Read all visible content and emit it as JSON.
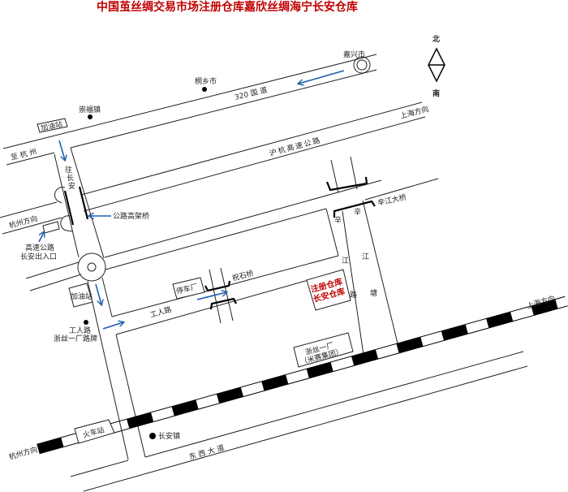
{
  "title": "中国茧丝绸交易市场注册仓库嘉欣丝绸海宁长安仓库",
  "compass": {
    "north": "北",
    "south": "南"
  },
  "colors": {
    "title": "#c00000",
    "arrow": "#1f5fb0",
    "road": "#222222",
    "railway": "#000000"
  },
  "places": {
    "jiaxing": "嘉兴市",
    "tongxiang": "桐乡市",
    "chongfu": "崇福镇",
    "changan": "长安镇"
  },
  "roads": {
    "national_320": "320 国 道",
    "hu_hang_expressway": "沪杭高速公路",
    "to_hangzhou": "至 杭 州",
    "hangzhou_dir": "杭州方向",
    "shanghai_dir_top": "上海方向",
    "to_changan": [
      "往",
      "长",
      "安"
    ],
    "gongren_road": "工人路",
    "xinjiang_road": [
      "辛",
      "江",
      "路"
    ],
    "xinjiang_tang": [
      "辛",
      "江",
      "塘"
    ],
    "dongxi_avenue": "东 西 大 道",
    "rail_hangzhou_dir": "杭州方向",
    "rail_shanghai_dir": "上海方向"
  },
  "landmarks": {
    "gas_station_top": "加油站",
    "gas_station_bottom": "加油站",
    "viaduct": "公路高架桥",
    "expressway_exit": [
      "高速公路",
      "长安出入口"
    ],
    "gongren_sign": [
      "工人路",
      "浙丝一厂路牌"
    ],
    "parking": "停车厂",
    "zhushi_bridge": "祝石桥",
    "xinjiang_bridge": "辛江大桥",
    "warehouse": [
      "注册仓库",
      "长安仓库"
    ],
    "factory": [
      "浙丝一厂",
      "（米赛集团）"
    ],
    "train_station": "火车站"
  },
  "icons": {
    "place_dot": "filled-circle",
    "roundabout": "double-circle",
    "compass": "diamond-north-arrow",
    "direction": "blue-arrow"
  }
}
